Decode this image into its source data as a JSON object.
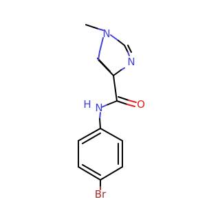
{
  "molecule": {
    "atoms": {
      "n_methyl": "N",
      "n_ring": "N",
      "o_carbonyl": "O",
      "nh_n": "N",
      "nh_h": "H",
      "br": "Br"
    },
    "colors": {
      "nitrogen": "#3f3fd9",
      "oxygen": "#e02020",
      "bromine": "#a52a2a",
      "carbon": "#000000"
    }
  }
}
